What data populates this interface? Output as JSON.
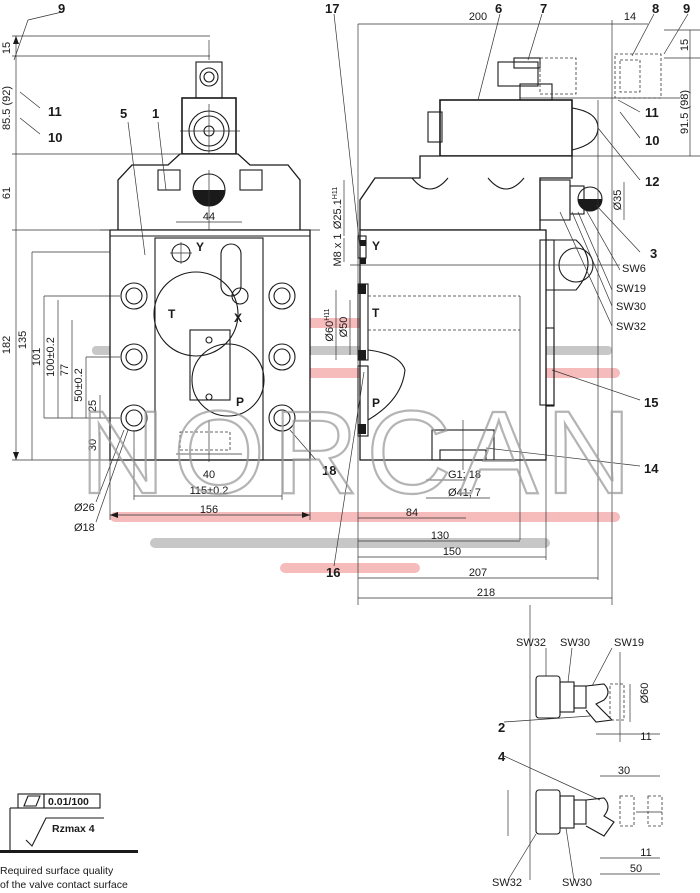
{
  "watermark": {
    "text": "NORCAN"
  },
  "callouts": {
    "n1": "1",
    "n2": "2",
    "n3": "3",
    "n4": "4",
    "n5": "5",
    "n6": "6",
    "n7": "7",
    "n8": "8",
    "n9": "9",
    "n9b": "9",
    "n10": "10",
    "n10b": "10",
    "n11": "11",
    "n11b": "11",
    "n12": "12",
    "n14": "14",
    "n15": "15",
    "n16": "16",
    "n17": "17",
    "n18": "18"
  },
  "ports": {
    "y_front": "Y",
    "x_front": "X",
    "t_front": "T",
    "p_front": "P",
    "y_side": "Y",
    "t_side": "T",
    "p_side": "P"
  },
  "front_dims": {
    "d15": "15",
    "d85_5": "85.5 (92)",
    "d61": "61",
    "d182": "182",
    "d135": "135",
    "d101": "101",
    "d100": "100±0.2",
    "d77": "77",
    "d50": "50±0.2",
    "d25": "25",
    "d30": "30",
    "d44": "44",
    "d40": "40",
    "d115": "115±0.2",
    "d156": "156",
    "dia26": "Ø26",
    "dia18": "Ø18"
  },
  "side_dims": {
    "d200": "200",
    "d14": "14",
    "d15b": "15",
    "d91_5": "91.5 (98)",
    "dia25": "Ø25.1",
    "dia25_tol": "H11",
    "m8": "M8 x 1",
    "dia60": "Ø60",
    "dia60_tol": "H11",
    "dia50": "Ø50",
    "dia35": "Ø35",
    "sw6": "SW6",
    "sw19": "SW19",
    "sw30": "SW30",
    "sw32": "SW32",
    "g1": "G1; 18",
    "dia41": "Ø41; 7",
    "d84": "84",
    "d130": "130",
    "d150": "150",
    "d207": "207",
    "d218": "218"
  },
  "detail2": {
    "sw32": "SW32",
    "sw30": "SW30",
    "sw19": "SW19",
    "dia60": "Ø60",
    "d11": "11"
  },
  "detail4": {
    "d30": "30",
    "d11": "11",
    "d50": "50",
    "sw32": "SW32",
    "sw30": "SW30"
  },
  "surface_note": {
    "flatness": "0.01/100",
    "roughness": "Rzmax 4",
    "caption_line1": "Required surface quality",
    "caption_line2": "of the valve contact surface"
  }
}
